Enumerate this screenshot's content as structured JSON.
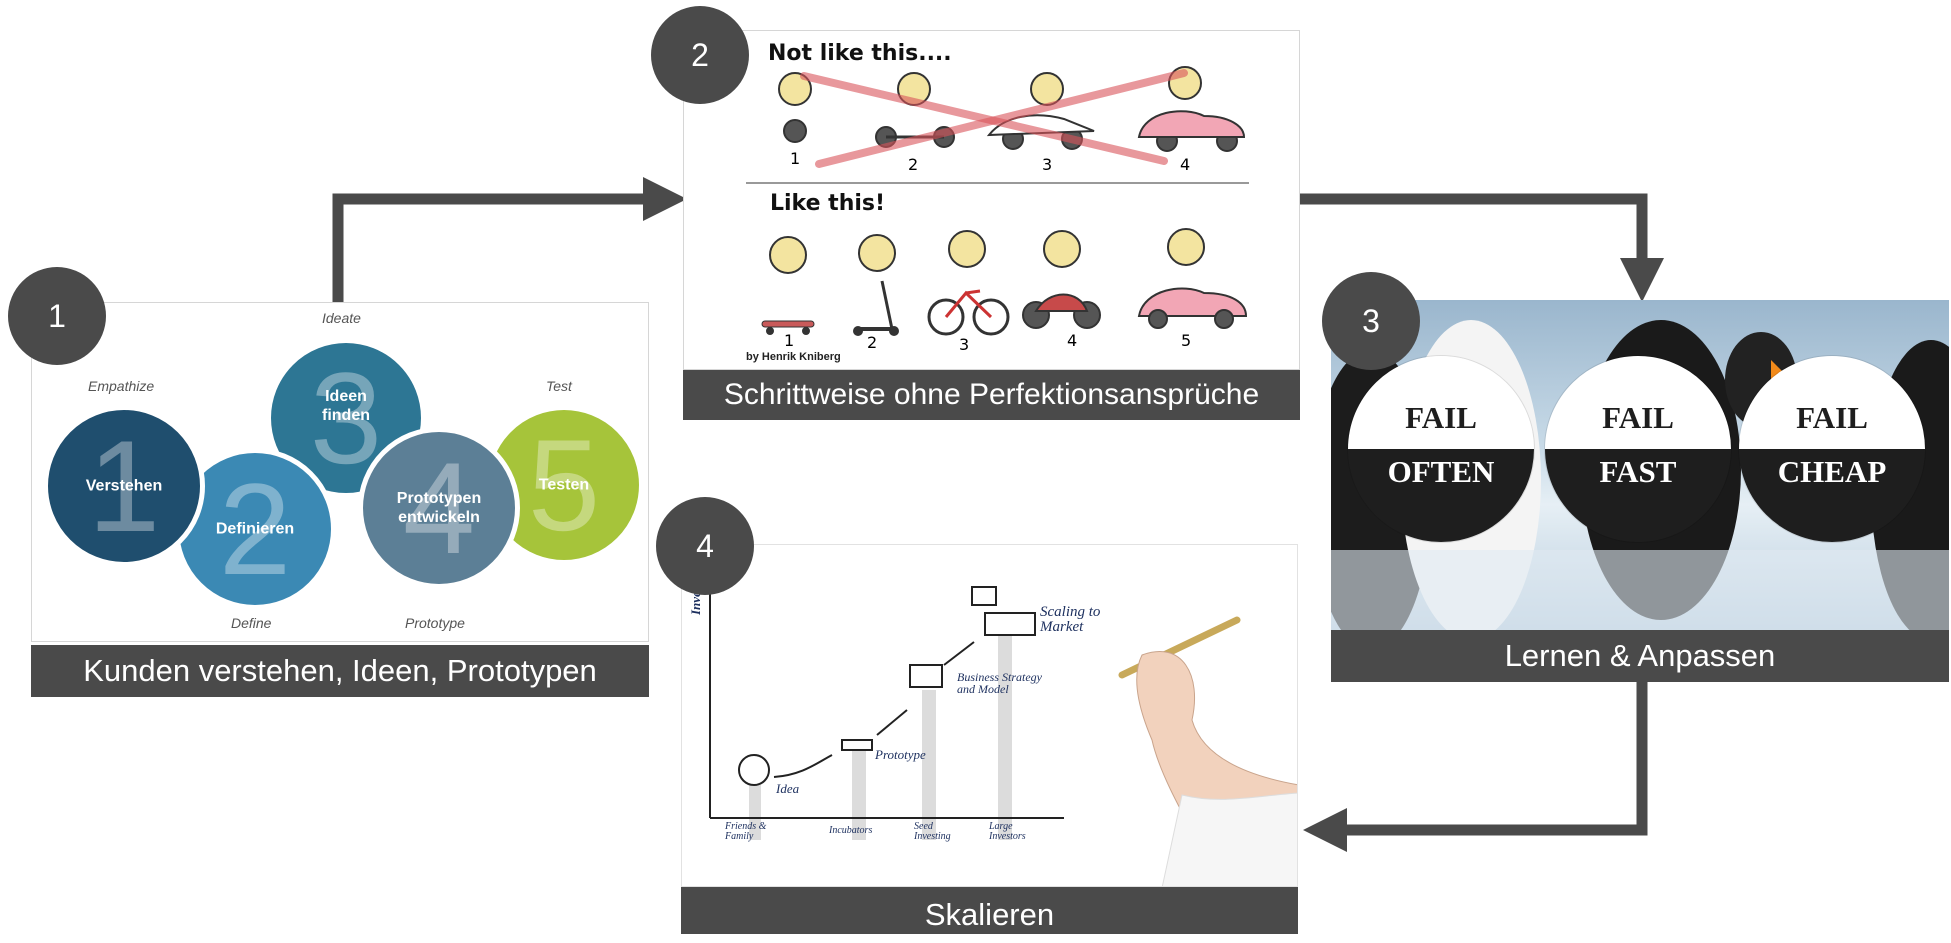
{
  "colors": {
    "dark_gray": "#4a4a4a",
    "blue_dark": "#1f4e6e",
    "blue_mid": "#3b89b4",
    "blue_teal": "#2d7694",
    "slate": "#5c7f96",
    "lime": "#a6c43a"
  },
  "steps": [
    {
      "badge": "1",
      "caption": "Kunden verstehen, Ideen, Prototypen"
    },
    {
      "badge": "2",
      "caption": "Schrittweise ohne Perfektionsansprüche"
    },
    {
      "badge": "3",
      "caption": "Lernen & Anpassen"
    },
    {
      "badge": "4",
      "caption": "Skalieren"
    }
  ],
  "design_thinking": {
    "phase_labels": {
      "ideate": "Ideate",
      "empathize": "Empathize",
      "test": "Test",
      "define": "Define",
      "prototype": "Prototype"
    },
    "circles": [
      {
        "num": "1",
        "label": "Verstehen"
      },
      {
        "num": "2",
        "label": "Definieren"
      },
      {
        "num": "3",
        "label": "Ideen\nfinden"
      },
      {
        "num": "4",
        "label": "Prototypen\nentwickeln"
      },
      {
        "num": "5",
        "label": "Testen"
      }
    ]
  },
  "mvp": {
    "not_like": "Not like this....",
    "like": "Like this!",
    "top_numbers": [
      "1",
      "2",
      "3",
      "4"
    ],
    "bottom_numbers": [
      "1",
      "2",
      "3",
      "4",
      "5"
    ],
    "credit": "by Henrik Kniberg"
  },
  "fail": [
    {
      "top": "FAIL",
      "bottom": "OFTEN"
    },
    {
      "top": "FAIL",
      "bottom": "FAST"
    },
    {
      "top": "FAIL",
      "bottom": "CHEAP"
    }
  ],
  "scaling": {
    "y_axis": "Invest",
    "steps": [
      "Idea",
      "Prototype",
      "Business Strategy\nand Model",
      "Scaling to\nMarket"
    ],
    "x_labels": [
      "Friends &\nFamily",
      "Incubators",
      "Seed\nInvesting",
      "Large\nInvestors"
    ]
  }
}
